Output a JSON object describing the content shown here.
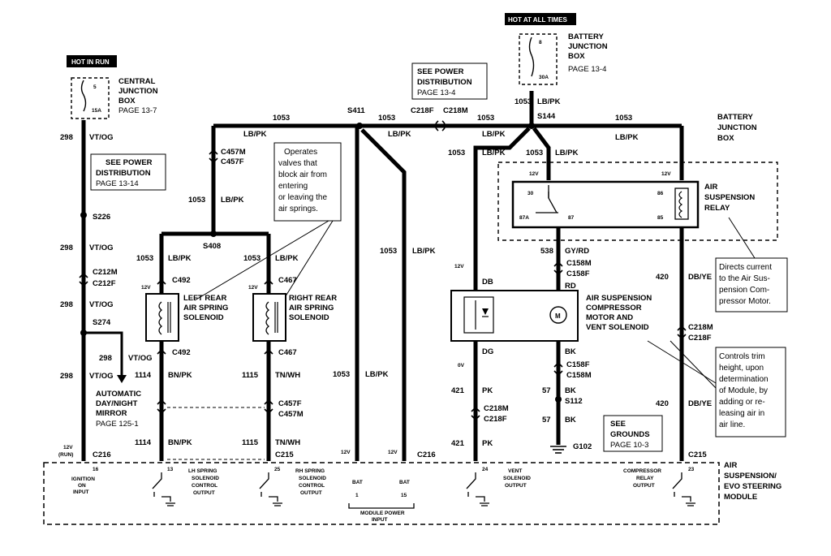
{
  "labels": {
    "hot_at_all_times": "HOT AT ALL TIMES",
    "hot_in_run": "HOT IN RUN",
    "central_junction_box": [
      "CENTRAL",
      "JUNCTION",
      "BOX",
      "PAGE 13-7"
    ],
    "battery_junction_box_top": [
      "BATTERY",
      "JUNCTION",
      "BOX",
      "PAGE 13-4"
    ],
    "battery_junction_box_right": [
      "BATTERY",
      "JUNCTION",
      "BOX"
    ],
    "see_power_dist_left": [
      "SEE POWER",
      "DISTRIBUTION",
      "PAGE 13-14"
    ],
    "see_power_dist_top": [
      "SEE POWER",
      "DISTRIBUTION",
      "PAGE 13-4"
    ],
    "see_grounds": [
      "SEE",
      "GROUNDS",
      "PAGE 10-3"
    ],
    "callout_valves": [
      "Operates",
      "valves that",
      "block air from",
      "entering",
      "or leaving the",
      "air springs."
    ],
    "callout_relay": [
      "Directs current",
      "to the Air Sus-",
      "pension Com-",
      "pressor Motor."
    ],
    "callout_trim": [
      "Controls trim",
      "height, upon",
      "determination",
      "of Module, by",
      "adding or re-",
      "leasing air in",
      "air line."
    ],
    "fuse_5": "5",
    "fuse_15a": "15A",
    "fuse_8": "8",
    "fuse_30a": "30A",
    "auto_mirror": [
      "AUTOMATIC",
      "DAY/NIGHT",
      "MIRROR",
      "PAGE 125-1"
    ],
    "left_solenoid": [
      "LEFT REAR",
      "AIR SPRING",
      "SOLENOID"
    ],
    "right_solenoid": [
      "RIGHT REAR",
      "AIR SPRING",
      "SOLENOID"
    ],
    "relay_name": [
      "AIR",
      "SUSPENSION",
      "RELAY"
    ],
    "compressor": [
      "AIR SUSPENSION",
      "COMPRESSOR",
      "MOTOR AND",
      "VENT SOLENOID"
    ],
    "module_name": [
      "AIR",
      "SUSPENSION/",
      "EVO STEERING",
      "MODULE"
    ],
    "pins": {
      "ign": [
        "IGNITION",
        "ON",
        "INPUT"
      ],
      "p16": "16",
      "lh": [
        "LH SPRING",
        "SOLENOID",
        "CONTROL",
        "OUTPUT"
      ],
      "p13": "13",
      "rh": [
        "RH SPRING",
        "SOLENOID",
        "CONTROL",
        "OUTPUT"
      ],
      "p25": "25",
      "bat1": "BAT",
      "bat1n": "1",
      "bat2": "BAT",
      "bat2n": "15",
      "module_power": [
        "MODULE POWER",
        "INPUT"
      ],
      "vent": [
        "VENT",
        "SOLENOID",
        "OUTPUT"
      ],
      "p24": "24",
      "comp": [
        "COMPRESSOR",
        "RELAY",
        "OUTPUT"
      ],
      "p23": "23"
    },
    "relay_pins": {
      "r30": "30",
      "r87a": "87A",
      "r87": "87",
      "r86": "86",
      "r85": "85"
    },
    "motor_m": "M",
    "v12": "12V",
    "v0": "0V",
    "v12run": [
      "12V",
      "(RUN)"
    ]
  },
  "wires": {
    "w298": "298",
    "vt_og": "VT/OG",
    "w1053": "1053",
    "lb_pk": "LB/PK",
    "w1114": "1114",
    "bn_pk": "BN/PK",
    "w1115": "1115",
    "tn_wh": "TN/WH",
    "w420": "420",
    "db_ye": "DB/YE",
    "w421": "421",
    "pk": "PK",
    "w538": "538",
    "gy_rd": "GY/RD",
    "w57": "57",
    "bk": "BK",
    "db": "DB",
    "dg": "DG",
    "rd": "RD"
  },
  "connectors": {
    "s226": "S226",
    "s274": "S274",
    "s408": "S408",
    "s411": "S411",
    "s144": "S144",
    "s112": "S112",
    "c212m": "C212M",
    "c212f": "C212F",
    "c457m": "C457M",
    "c457f": "C457F",
    "c218f": "C218F",
    "c218m": "C218M",
    "c492": "C492",
    "c467": "C467",
    "c158m": "C158M",
    "c158f": "C158F",
    "c216": "C216",
    "c215": "C215",
    "g102": "G102"
  }
}
